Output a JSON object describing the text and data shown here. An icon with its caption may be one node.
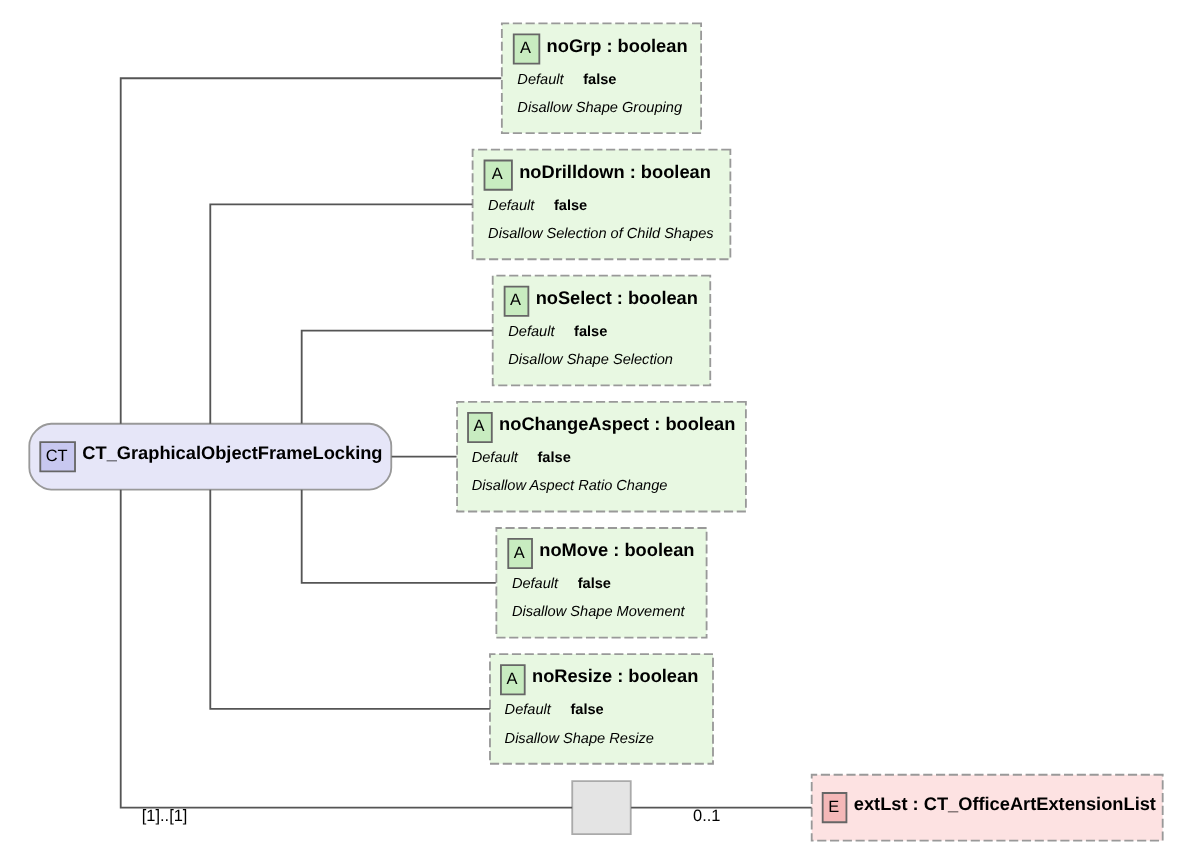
{
  "diagram": {
    "nodes": [
      {
        "text": [
          "CT",
          "CT_GraphicalObjectFrameLocking"
        ]
      },
      {
        "text": [
          "A",
          "noGrp : boolean",
          "Default",
          "false",
          "Disallow Shape Grouping"
        ]
      },
      {
        "text": [
          "A",
          "noDrilldown : boolean",
          "Default",
          "false",
          "Disallow Selection of Child Shapes"
        ]
      },
      {
        "text": [
          "A",
          "noSelect : boolean",
          "Default",
          "false",
          "Disallow Shape Selection"
        ]
      },
      {
        "text": [
          "A",
          "noChangeAspect : boolean",
          "Default",
          "false",
          "Disallow Aspect Ratio Change"
        ]
      },
      {
        "text": [
          "A",
          "noMove : boolean",
          "Default",
          "false",
          "Disallow Shape Movement"
        ]
      },
      {
        "text": [
          "A",
          "noResize : boolean",
          "Default",
          "false",
          "Disallow Shape Resize"
        ]
      },
      {
        "text": [],
        "shape": "box"
      },
      {
        "text": [
          "E",
          "extLst : CT_OfficeArtExtensionList"
        ]
      }
    ],
    "edges": [
      {
        "from": 0,
        "to": 1,
        "arrow": "none"
      },
      {
        "from": 0,
        "to": 2,
        "arrow": "none"
      },
      {
        "from": 0,
        "to": 3,
        "arrow": "none"
      },
      {
        "from": 0,
        "to": 4,
        "arrow": "none"
      },
      {
        "from": 0,
        "to": 5,
        "arrow": "none"
      },
      {
        "from": 0,
        "to": 6,
        "arrow": "none"
      },
      {
        "from": 0,
        "to": 7,
        "arrow": "none",
        "label": "[1]..[1]"
      },
      {
        "from": 7,
        "to": 8,
        "arrow": "none",
        "label": "0..1"
      }
    ]
  }
}
